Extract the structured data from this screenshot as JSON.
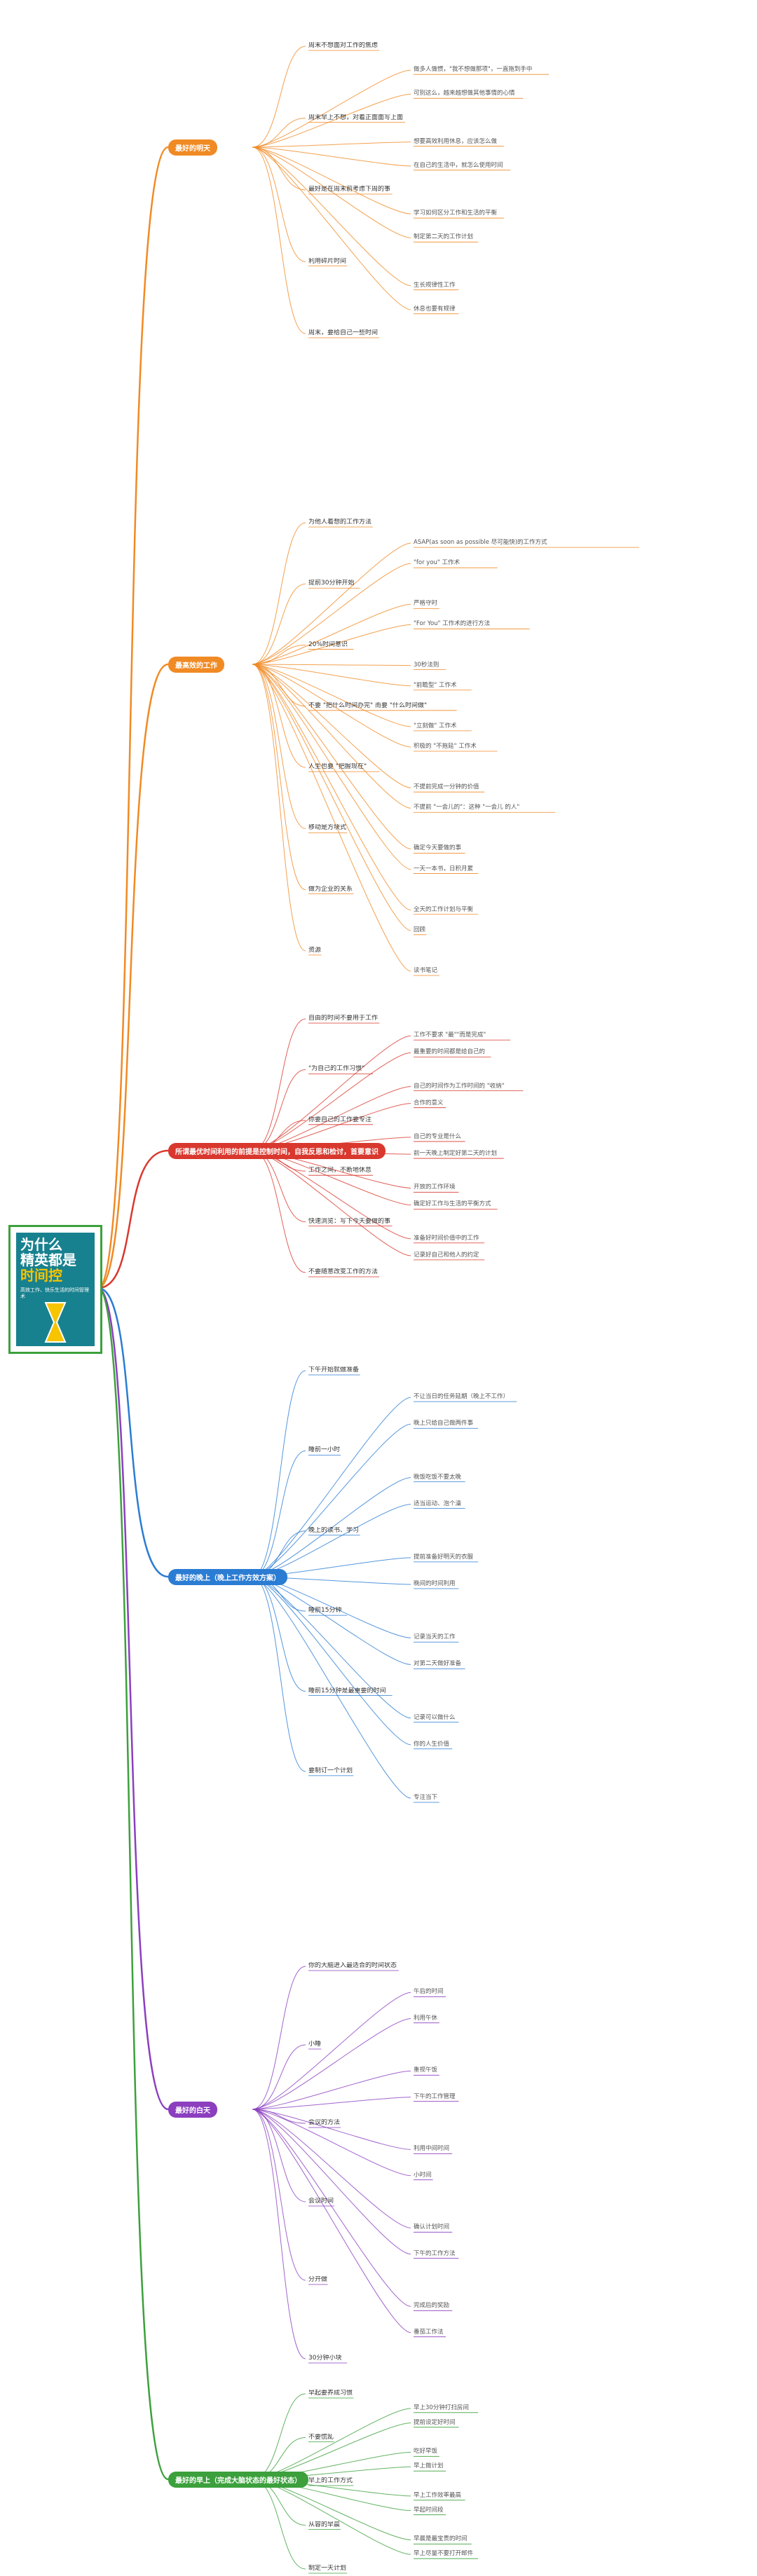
{
  "central": {
    "title_line1": "为什么",
    "title_line2": "精英都是",
    "title_line3": "时间控",
    "subtitle": "高效工作、快乐生活的时间管理术"
  },
  "colors": {
    "orange": "#f08a24",
    "red": "#d9382e",
    "blue": "#2b7cd3",
    "purple": "#8b3fbf",
    "green": "#3ca03c"
  },
  "branches": [
    {
      "label": "最好的明天",
      "color": "orange"
    },
    {
      "label": "最高效的工作",
      "color": "orange"
    },
    {
      "label": "所谓最优时间利用的前提是控制时间，自我反思和检讨，首要意识",
      "color": "red"
    },
    {
      "label": "最好的晚上（晚上工作方效方案）",
      "color": "blue"
    },
    {
      "label": "最好的白天",
      "color": "purple"
    },
    {
      "label": "最好的早上（完成大脑状态的最好状态）",
      "color": "green"
    }
  ],
  "nodes": {
    "b1": [
      "周末不想面对工作的焦虑",
      "做多人做惯，\"我不想做那项\"，一直拖到手中",
      "可别这么，越来越想做其他事情的心情",
      "周末早上不想，对着正面面写上面",
      "想要高效利用休息，应该怎么做",
      "在自己的生活中，就怎么使用时间",
      "最好是在周末前考虑下周的事",
      "学习如何区分工作和生活的平衡",
      "制定第二天的工作计划",
      "利用碎片时间",
      "生长规律性工作",
      "休息也要有规律",
      "周末，要给自己一些时间"
    ],
    "b2": [
      "为他人着想的工作方法",
      "ASAP(as soon as possible 尽可能快)的工作方式",
      "\"for you\" 工作术",
      "提前30分钟开始",
      "严格守时",
      "\"For You\" 工作术的进行方法",
      "20%时间意识",
      "30秒法则",
      "\"前瞻型\" 工作术",
      "不要 \"把什么时间办完\" 而要 \"什么时间做\"",
      "\"立刻做\" 工作术",
      "积极的 \"不拖延\" 工作术",
      "人生也要 \"把握现在\"",
      "不提前完成一分钟的价值",
      "不提前 \"一会儿的\"：这种 \"一会儿 的人\"",
      "移动是方块式",
      "确定今天要做的事",
      "一天一本书，日积月累",
      "做为企业的关系",
      "全天的工作计划与平衡",
      "回顾",
      "资源",
      "读书笔记"
    ],
    "b3": [
      "自由的时间不要用于工作",
      "工作不要求 \"最\"\"而是完成\"",
      "最重要的时间都是给自己的",
      "\"为自己的工作习惯\"",
      "自己的时间作为工作时间的 \"收纳\"",
      "合作的意义",
      "你要自己的工作要专注",
      "自己的专业是什么",
      "前一天晚上制定好第二天的计划",
      "工作之间，不断地休息",
      "开放的工作环境",
      "确定好工作与生活的平衡方式",
      "快速浏览：写下今天要做的事",
      "准备好时间价值中的工作",
      "记录好自己和他人的约定",
      "不要随意改变工作的方法"
    ],
    "b4": [
      "下午开始就做准备",
      "不让当日的任务延期（晚上不工作）",
      "晚上只给自己做两件事",
      "睡前一小时",
      "晚饭吃饭不要太晚",
      "适当运动、泡个澡",
      "晚上的读书、学习",
      "提前准备好明天的衣服",
      "晚间的时间利用",
      "睡前15分钟",
      "记录当天的工作",
      "对第二天做好准备",
      "睡前15分钟是最重要的时间",
      "记录可以做什么",
      "你的人生价值",
      "要制订一个计划",
      "专注当下"
    ],
    "b5": [
      "你的大脑进入最适合的时间状态",
      "午后的时间",
      "利用午休",
      "小睡",
      "重视午饭",
      "下午的工作管理",
      "会议的方法",
      "利用中间时间",
      "小时间",
      "会议时间",
      "确认计划时间",
      "下午的工作方法",
      "分开做",
      "完成后的奖励",
      "番茄工作法",
      "30分钟小块"
    ],
    "b6": [
      "早起要养成习惯",
      "早上30分钟打扫房间",
      "提前设定好时间",
      "不要慌乱",
      "吃好早饭",
      "早上做计划",
      "早上的工作方式",
      "早上工作效率最高",
      "早起时间段",
      "从容的早晨",
      "早晨是最宝贵的时间",
      "早上尽量不要打开邮件",
      "制定一天计划"
    ]
  }
}
